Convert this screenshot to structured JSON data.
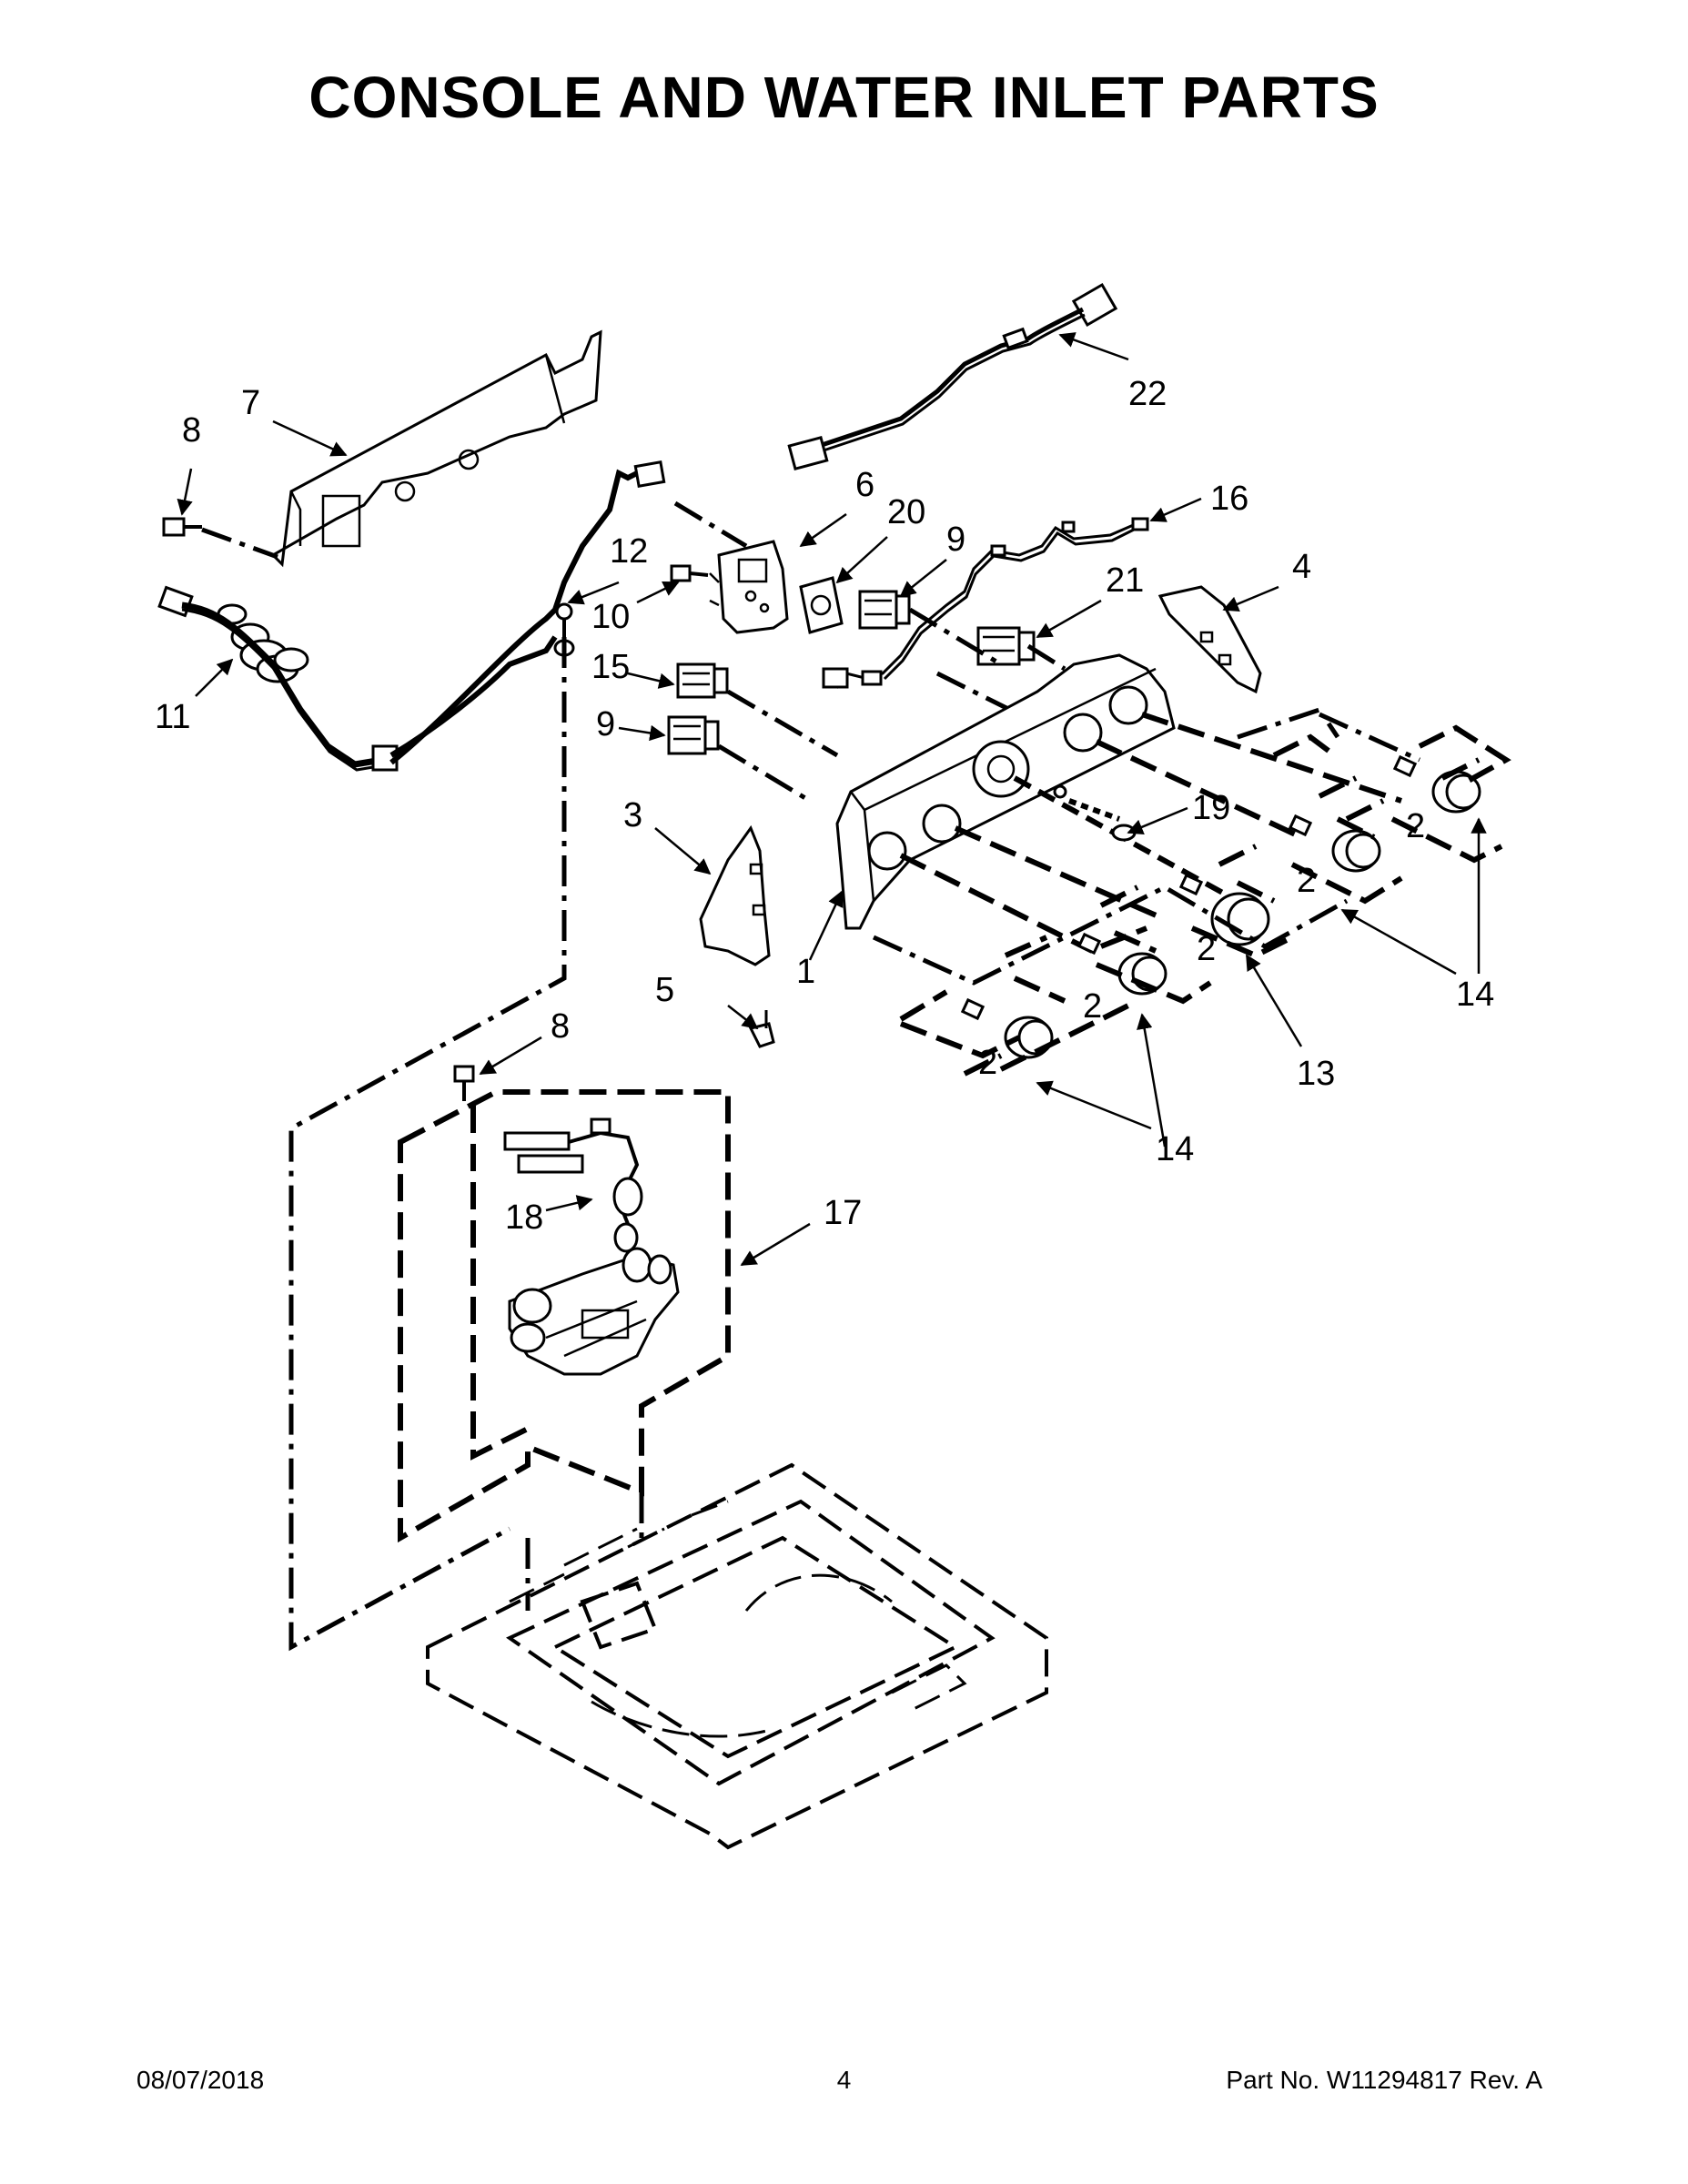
{
  "title": "CONSOLE AND WATER INLET PARTS",
  "callouts": [
    "1",
    "2",
    "3",
    "4",
    "5",
    "6",
    "7",
    "8",
    "9",
    "10",
    "11",
    "12",
    "13",
    "14",
    "15",
    "16",
    "17",
    "18",
    "19",
    "20",
    "21",
    "22"
  ],
  "footer": {
    "date": "08/07/2018",
    "page": "4",
    "part_no": "Part No.  W11294817  Rev.  A"
  }
}
